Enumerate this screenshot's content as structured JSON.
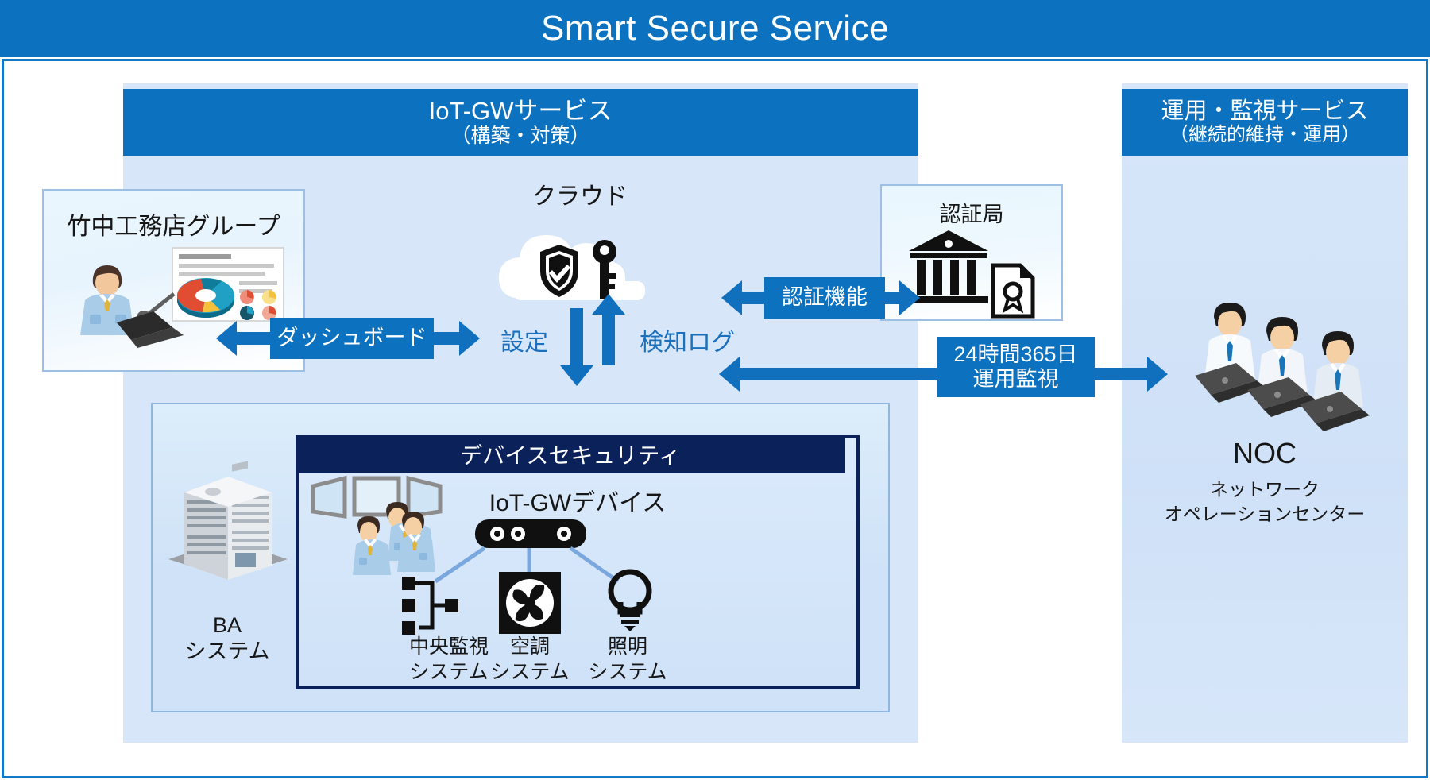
{
  "title": "Smart Secure Service",
  "panels": {
    "left": {
      "heading": "IoT-GWサービス",
      "subheading": "（構築・対策）"
    },
    "right": {
      "heading": "運用・監視サービス",
      "subheading": "（継続的維持・運用）"
    }
  },
  "cards": {
    "takenaka": {
      "label": "竹中工務店グループ",
      "icon": "person-with-dashboard-icon"
    },
    "ca": {
      "label": "認証局",
      "icon": "certificate-authority-icon"
    },
    "cloud": {
      "label": "クラウド",
      "icon": "cloud-shield-key-icon"
    }
  },
  "flows": {
    "dashboard": "ダッシュボード",
    "settings": "設定",
    "detection_log": "検知ログ",
    "auth_function": "認証機能",
    "monitoring_line1": "24時間365日",
    "monitoring_line2": "運用監視"
  },
  "noc": {
    "label": "NOC",
    "sub_line1": "ネットワーク",
    "sub_line2": "オペレーションセンター",
    "icon": "noc-operators-icon"
  },
  "ba": {
    "label_line1": "BA",
    "label_line2": "システム",
    "icon": "office-building-icon",
    "monitors_icon": "monitor-wall-operators-icon"
  },
  "device_security": {
    "header": "デバイスセキュリティ",
    "gateway_title": "IoT-GWデバイス",
    "gateway_icon": "iot-gateway-device-icon",
    "systems": [
      {
        "name_line1": "中央監視",
        "name_line2": "システム",
        "icon": "network-tree-icon"
      },
      {
        "name_line1": "空調",
        "name_line2": "システム",
        "icon": "fan-icon"
      },
      {
        "name_line1": "照明",
        "name_line2": "システム",
        "icon": "lightbulb-icon"
      }
    ]
  },
  "colors": {
    "brand_blue": "#0c72c0",
    "arrow_blue": "#1170bd",
    "navy": "#0b2159",
    "panel_blue": "#d7e6f9"
  }
}
